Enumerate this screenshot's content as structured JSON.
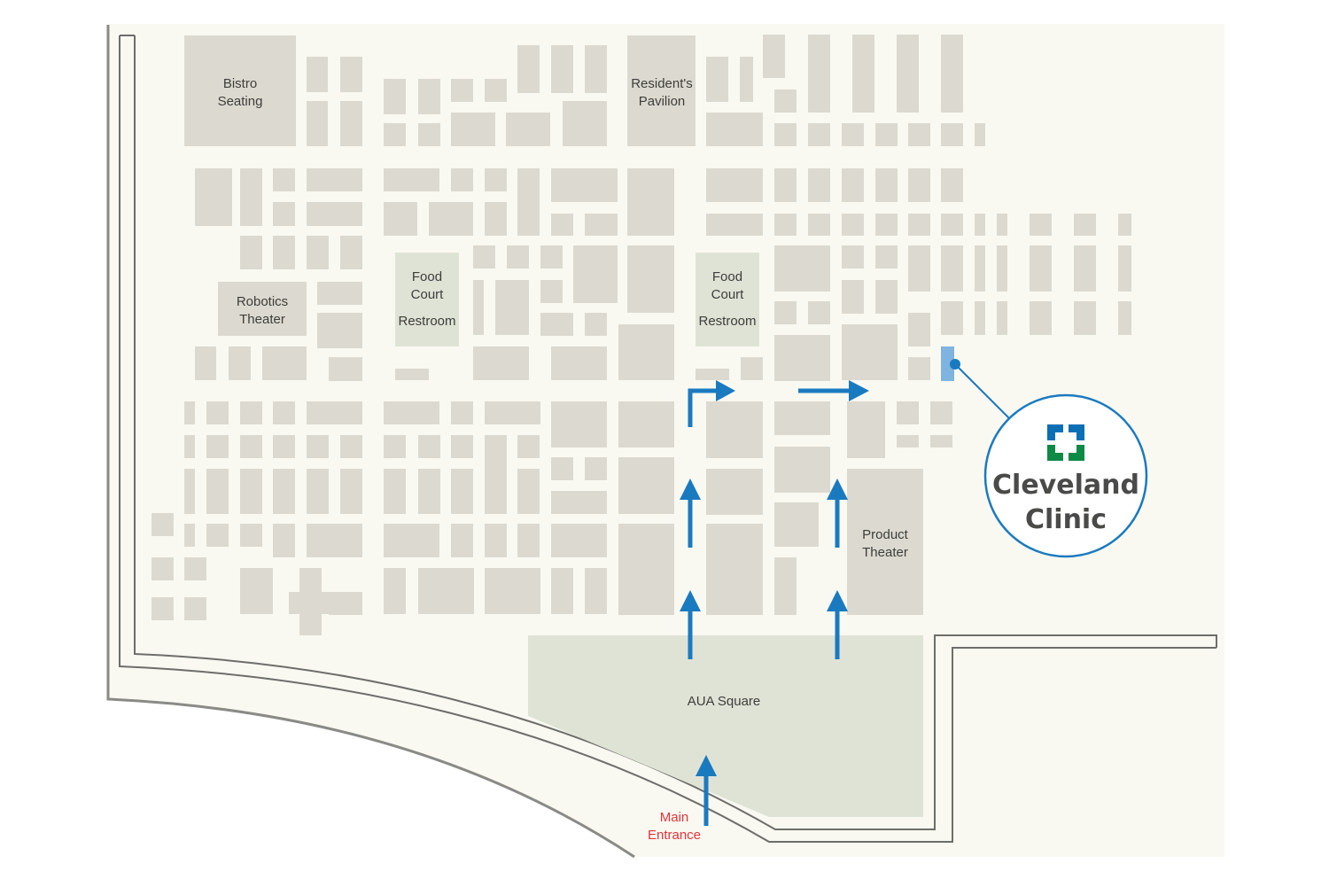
{
  "map": {
    "labels": {
      "bistro": [
        "Bistro",
        "Seating"
      ],
      "residents": [
        "Resident's",
        "Pavilion"
      ],
      "robotics": [
        "Robotics",
        "Theater"
      ],
      "food_court_1": [
        "Food",
        "Court",
        "Restroom"
      ],
      "food_court_2": [
        "Food",
        "Court",
        "Restroom"
      ],
      "product_theater": [
        "Product",
        "Theater"
      ],
      "aua_square": "AUA Square",
      "main_entrance": [
        "Main",
        "Entrance"
      ]
    },
    "callout": {
      "brand": [
        "Cleveland",
        "Clinic"
      ],
      "logo_colors": {
        "top": "#0a6fb5",
        "bottom": "#0d8a46"
      }
    },
    "colors": {
      "background": "#faf9f1",
      "booth": "#dcdad0",
      "feature_area": "#dfe3d6",
      "route": "#1a7ac0",
      "highlight_booth": "#7fb3e0",
      "entrance_text": "#e0333c"
    }
  }
}
